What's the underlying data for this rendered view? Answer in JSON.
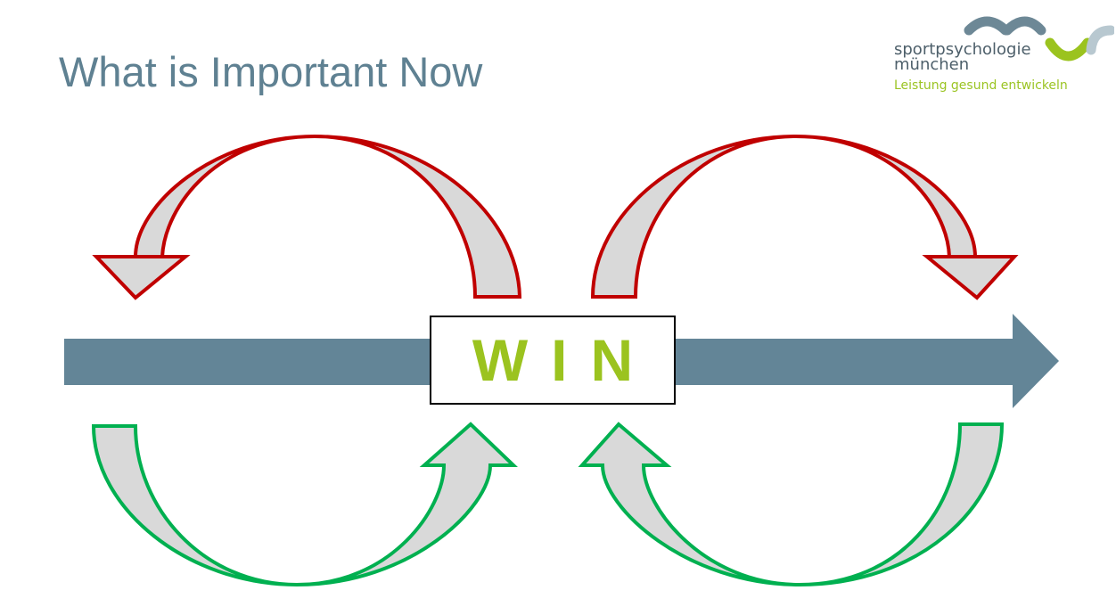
{
  "title": "What is Important Now",
  "logo": {
    "line1": "sportpsychologie",
    "line2": "münchen",
    "tagline": "Leistung gesund entwickeln"
  },
  "center_label": "WIN",
  "colors": {
    "title": "#5f8192",
    "timeline_arrow": "#638597",
    "win_text": "#9bc31f",
    "upper_arrows_outline": "#c00000",
    "lower_arrows_outline": "#00b050",
    "arrow_fill": "#d9d9d9",
    "logo_gray": "#6d8896",
    "logo_green": "#9bc31f",
    "logo_light": "#b8c8d0"
  },
  "icons": {
    "timeline": "right-arrow",
    "upper_arrows": "curved-arrow-down",
    "lower_arrows": "curved-arrow-up"
  }
}
